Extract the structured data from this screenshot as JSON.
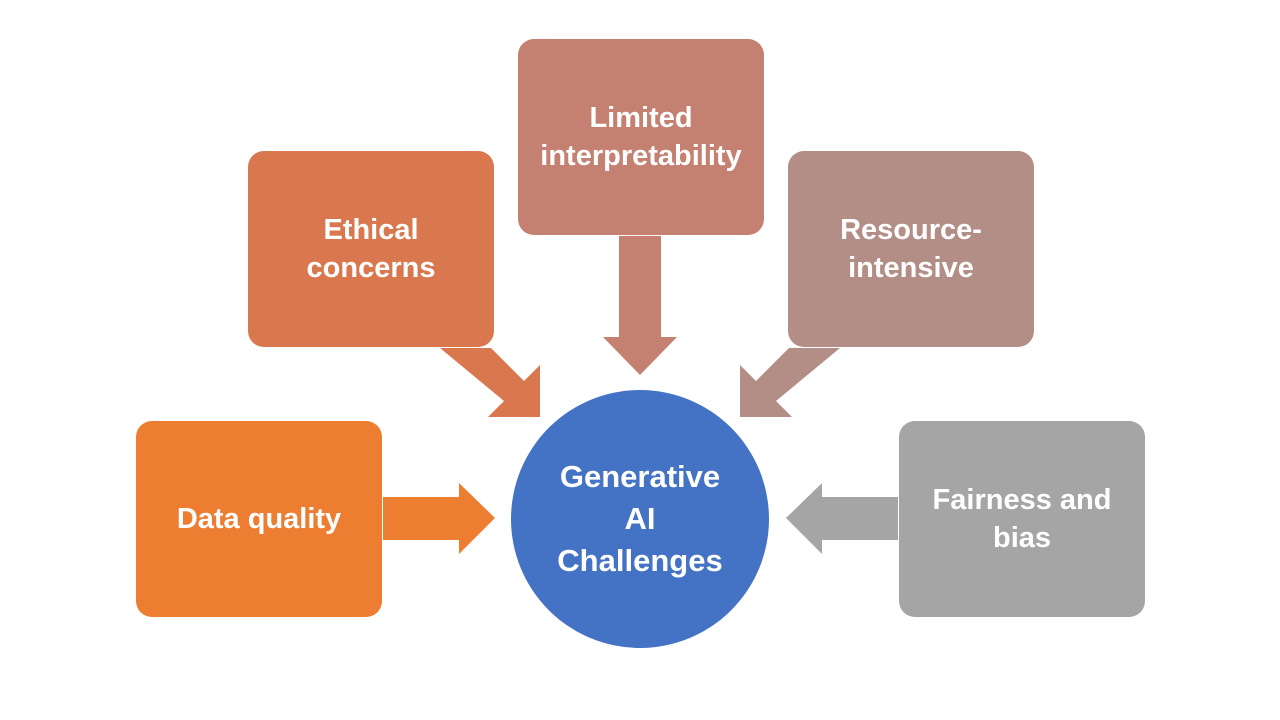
{
  "center": {
    "label": "Generative\nAI\nChallenges",
    "color": "#4472C4"
  },
  "nodes": [
    {
      "id": "data-quality",
      "label": "Data quality",
      "color": "#ED7D31"
    },
    {
      "id": "ethical-concerns",
      "label": "Ethical\nconcerns",
      "color": "#D9784F"
    },
    {
      "id": "limited-interpretability",
      "label": "Limited\ninterpretability",
      "color": "#C48070"
    },
    {
      "id": "resource-intensive",
      "label": "Resource-\nintensive",
      "color": "#B38E87"
    },
    {
      "id": "fairness-and-bias",
      "label": "Fairness and\nbias",
      "color": "#A5A5A5"
    }
  ]
}
